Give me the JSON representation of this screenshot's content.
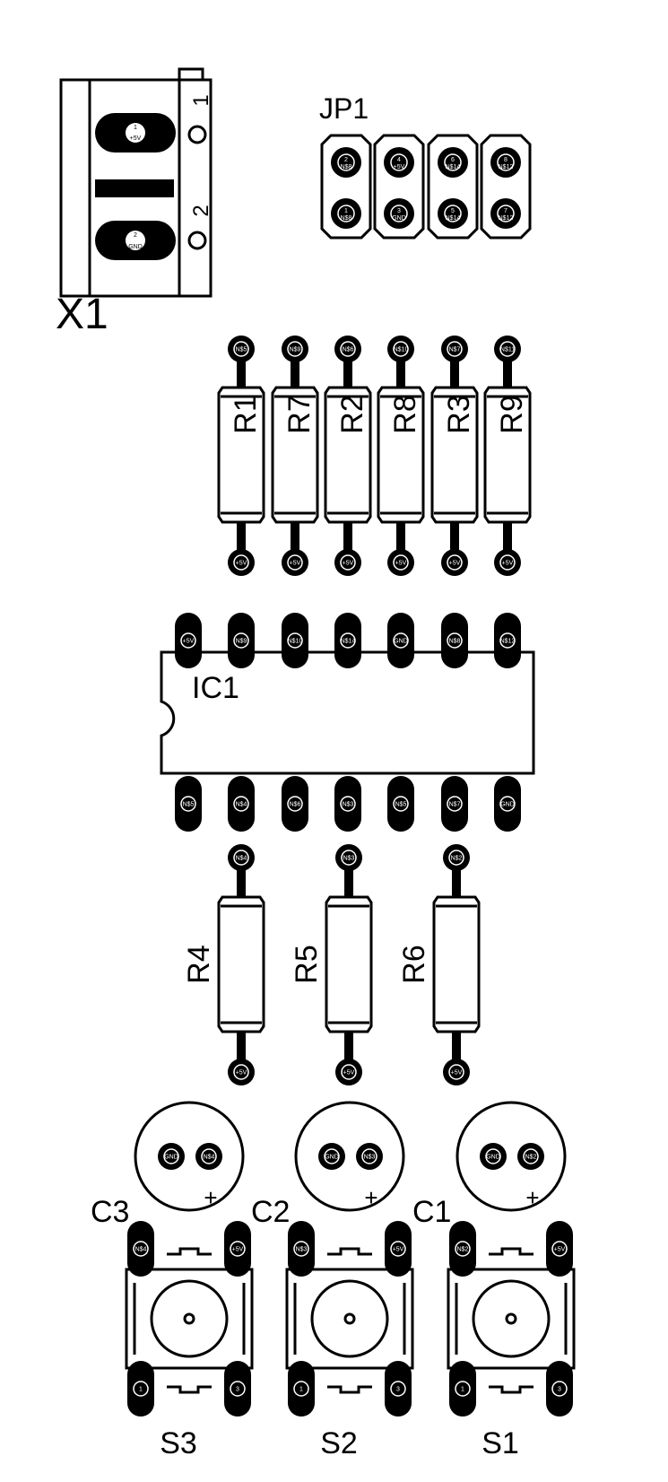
{
  "x1": {
    "name": "X1",
    "pin_numbers": [
      "1",
      "2"
    ],
    "pads": [
      {
        "num": "1",
        "label": "+5V"
      },
      {
        "num": "2",
        "label": "GND"
      }
    ]
  },
  "jp1": {
    "name": "JP1",
    "top": [
      {
        "num": "2",
        "label": "N$8"
      },
      {
        "num": "4",
        "label": "+5V"
      },
      {
        "num": "6",
        "label": "N$14"
      },
      {
        "num": "8",
        "label": "N$12"
      }
    ],
    "bottom": [
      {
        "num": "1",
        "label": "N$8"
      },
      {
        "num": "3",
        "label": "GND"
      },
      {
        "num": "5",
        "label": "N$14"
      },
      {
        "num": "7",
        "label": "N$12"
      }
    ]
  },
  "resistors_top": [
    {
      "name": "R1",
      "top_pad": "N$5",
      "bottom_pad": "+5V"
    },
    {
      "name": "R7",
      "top_pad": "N$9",
      "bottom_pad": "+5V"
    },
    {
      "name": "R2",
      "top_pad": "N$6",
      "bottom_pad": "+5V"
    },
    {
      "name": "R8",
      "top_pad": "N$10",
      "bottom_pad": "+5V"
    },
    {
      "name": "R3",
      "top_pad": "N$7",
      "bottom_pad": "+5V"
    },
    {
      "name": "R9",
      "top_pad": "N$11",
      "bottom_pad": "+5V"
    }
  ],
  "ic1": {
    "name": "IC1",
    "top_pins": [
      "+5V",
      "N$9",
      "N$10",
      "N$14",
      "GND",
      "N$8",
      "N$12"
    ],
    "bottom_pins": [
      "N$5",
      "N$4",
      "N$6",
      "N$3",
      "N$5",
      "N$7",
      "GND"
    ]
  },
  "resistors_bottom": [
    {
      "name": "R4",
      "top_pad": "N$4",
      "bottom_pad": "+5V"
    },
    {
      "name": "R5",
      "top_pad": "N$3",
      "bottom_pad": "+5V"
    },
    {
      "name": "R6",
      "top_pad": "N$2",
      "bottom_pad": "+5V"
    }
  ],
  "capacitors": [
    {
      "name": "C3",
      "pads": [
        "GND",
        "N$4"
      ],
      "polarity": "+"
    },
    {
      "name": "C2",
      "pads": [
        "GND",
        "N$3"
      ],
      "polarity": "+"
    },
    {
      "name": "C1",
      "pads": [
        "GND",
        "N$2"
      ],
      "polarity": "+"
    }
  ],
  "switches": [
    {
      "name": "S3",
      "pads": [
        "N$4",
        "+5V",
        "1",
        "3"
      ]
    },
    {
      "name": "S2",
      "pads": [
        "N$3",
        "+5V",
        "1",
        "3"
      ]
    },
    {
      "name": "S1",
      "pads": [
        "N$2",
        "+5V",
        "1",
        "3"
      ]
    }
  ]
}
